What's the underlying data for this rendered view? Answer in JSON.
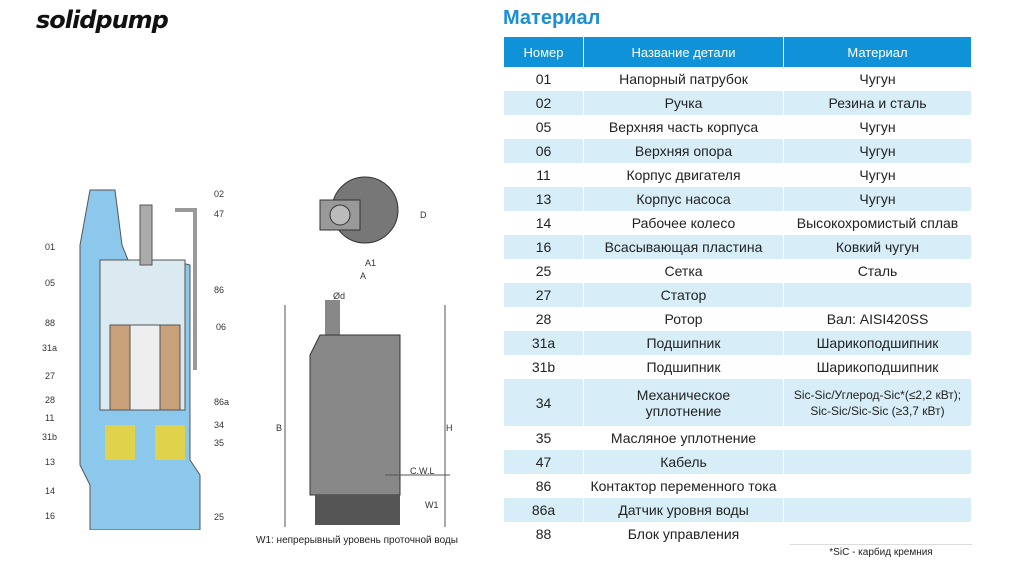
{
  "brand": "solidpump",
  "title": "Материал",
  "table": {
    "headers": [
      "Номер",
      "Название детали",
      "Материал"
    ],
    "rows": [
      [
        "01",
        "Напорный патрубок",
        "Чугун"
      ],
      [
        "02",
        "Ручка",
        "Резина и сталь"
      ],
      [
        "05",
        "Верхняя часть корпуса",
        "Чугун"
      ],
      [
        "06",
        "Верхняя опора",
        "Чугун"
      ],
      [
        "11",
        "Корпус двигателя",
        "Чугун"
      ],
      [
        "13",
        "Корпус насоса",
        "Чугун"
      ],
      [
        "14",
        "Рабочее колесо",
        "Высокохромистый сплав"
      ],
      [
        "16",
        "Всасывающая пластина",
        "Ковкий чугун"
      ],
      [
        "25",
        "Сетка",
        "Сталь"
      ],
      [
        "27",
        "Статор",
        ""
      ],
      [
        "28",
        "Ротор",
        "Вал: AISI420SS"
      ],
      [
        "31a",
        "Подшипник",
        "Шарикоподшипник"
      ],
      [
        "31b",
        "Подшипник",
        "Шарикоподшипник"
      ],
      [
        "34",
        "Механическое уплотнение",
        "Sic-Sic/Углерод-Sic*(≤2,2 кВт); Sic-Sic/Sic-Sic (≥3,7 кВт)"
      ],
      [
        "35",
        "Масляное уплотнение",
        ""
      ],
      [
        "47",
        "Кабель",
        ""
      ],
      [
        "86",
        "Контактор переменного тока",
        ""
      ],
      [
        "86a",
        "Датчик уровня воды",
        ""
      ],
      [
        "88",
        "Блок управления",
        ""
      ]
    ]
  },
  "footnote": "*SiC - карбид кремния",
  "diagram_labels_left": [
    "01",
    "05",
    "88",
    "31a",
    "27",
    "28",
    "11",
    "31b",
    "13",
    "14",
    "16"
  ],
  "diagram_labels_right": [
    "02",
    "47",
    "86",
    "06",
    "86a",
    "34",
    "35",
    "25"
  ],
  "dimension_labels": {
    "d": "D",
    "a1": "A1",
    "a": "A",
    "od": "Ød",
    "b": "B",
    "h": "H",
    "cwl": "C.W.L",
    "w1": "W1"
  },
  "caption": "W1: непрерывный уровень проточной воды"
}
